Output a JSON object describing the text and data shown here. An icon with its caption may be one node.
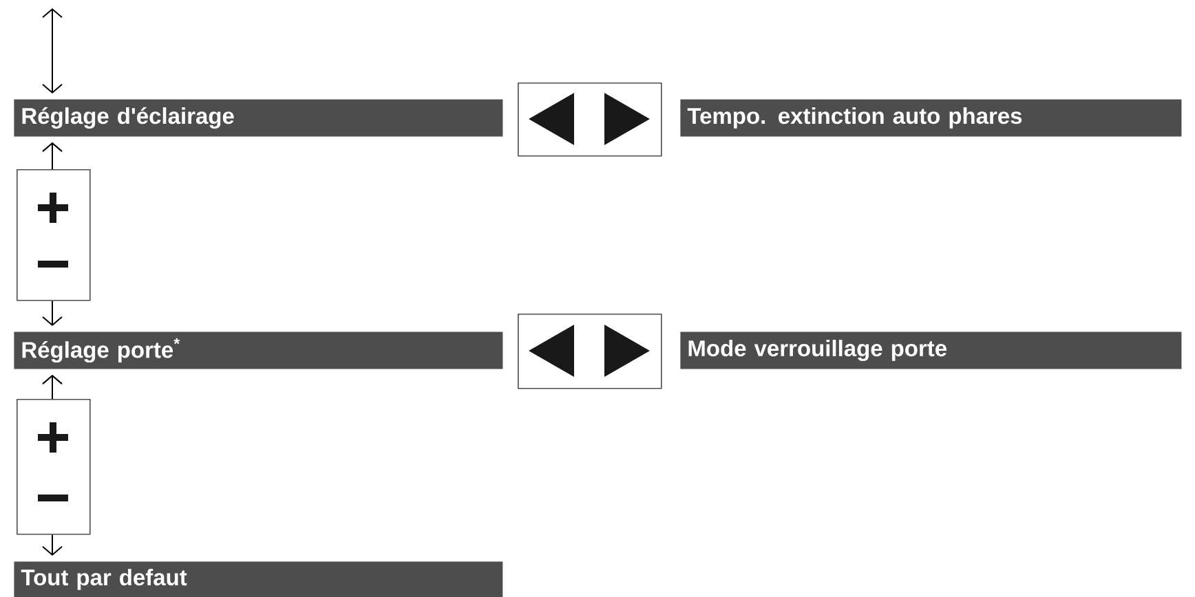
{
  "diagram": {
    "nodes": [
      {
        "text": [
          "Réglage d'éclairage"
        ]
      },
      {
        "text": [],
        "shape": "box"
      },
      {
        "text": [
          "Tempo. extinction auto phares"
        ]
      },
      {
        "text": [],
        "shape": "box"
      },
      {
        "text": [
          "Réglage porte$^{*}$"
        ]
      },
      {
        "text": [],
        "shape": "box"
      },
      {
        "text": [
          "Mode verrouillage porte"
        ]
      },
      {
        "text": [],
        "shape": "box"
      },
      {
        "text": [
          "Tout par defaut"
        ]
      }
    ],
    "edges": [
      {
        "from": null,
        "to": 0,
        "arrow": "both"
      },
      {
        "from": 3,
        "to": 0,
        "arrow": "to"
      },
      {
        "from": 3,
        "to": 4,
        "arrow": "to"
      },
      {
        "from": 7,
        "to": 4,
        "arrow": "to"
      },
      {
        "from": 7,
        "to": 8,
        "arrow": "to"
      }
    ]
  }
}
